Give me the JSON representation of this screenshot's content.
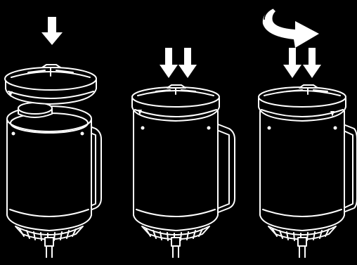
{
  "background_color": "#000000",
  "line_color": "#ffffff",
  "steps": [
    {
      "id": "step-1",
      "action": "place-lid-on-container",
      "arrow_icon": "down-arrow-icon",
      "arrow_count": 1,
      "lid_state": "lifted"
    },
    {
      "id": "step-2",
      "action": "press-lid-down",
      "arrow_icon": "double-down-arrow-icon",
      "arrow_count": 2,
      "lid_state": "seated"
    },
    {
      "id": "step-3",
      "action": "press-and-rotate-clockwise",
      "arrow_icon": "rotate-clockwise-icon",
      "arrow_count": 2,
      "lid_state": "locked"
    }
  ]
}
